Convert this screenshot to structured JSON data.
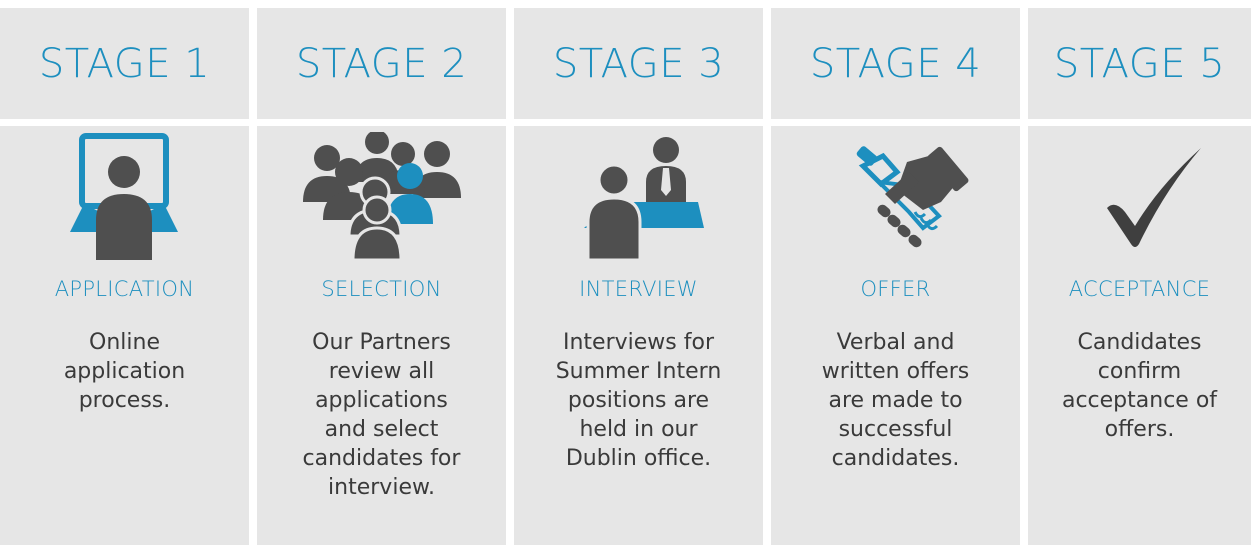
{
  "stages": [
    {
      "title": "STAGE 1",
      "icon": "computer-user-icon",
      "label": "APPLICATION",
      "description": "Online\napplication\nprocess."
    },
    {
      "title": "STAGE 2",
      "icon": "group-people-icon",
      "label": "SELECTION",
      "description": "Our Partners\nreview all\napplications\nand select\ncandidates for\ninterview."
    },
    {
      "title": "STAGE 3",
      "icon": "interview-desk-icon",
      "label": "INTERVIEW",
      "description": "Interviews for\nSummer Intern\npositions are\nheld in our\nDublin office."
    },
    {
      "title": "STAGE 4",
      "icon": "handshake-icon",
      "label": "OFFER",
      "description": "Verbal and\nwritten offers\nare made to\nsuccessful\ncandidates."
    },
    {
      "title": "STAGE 5",
      "icon": "checkmark-icon",
      "label": "ACCEPTANCE",
      "description": "Candidates\nconfirm\nacceptance of\noffers."
    }
  ],
  "colors": {
    "accent": "#1d8fbf",
    "icon_dark": "#4f4f4f",
    "panel": "#e6e6e6",
    "text": "#3a3a3a"
  }
}
